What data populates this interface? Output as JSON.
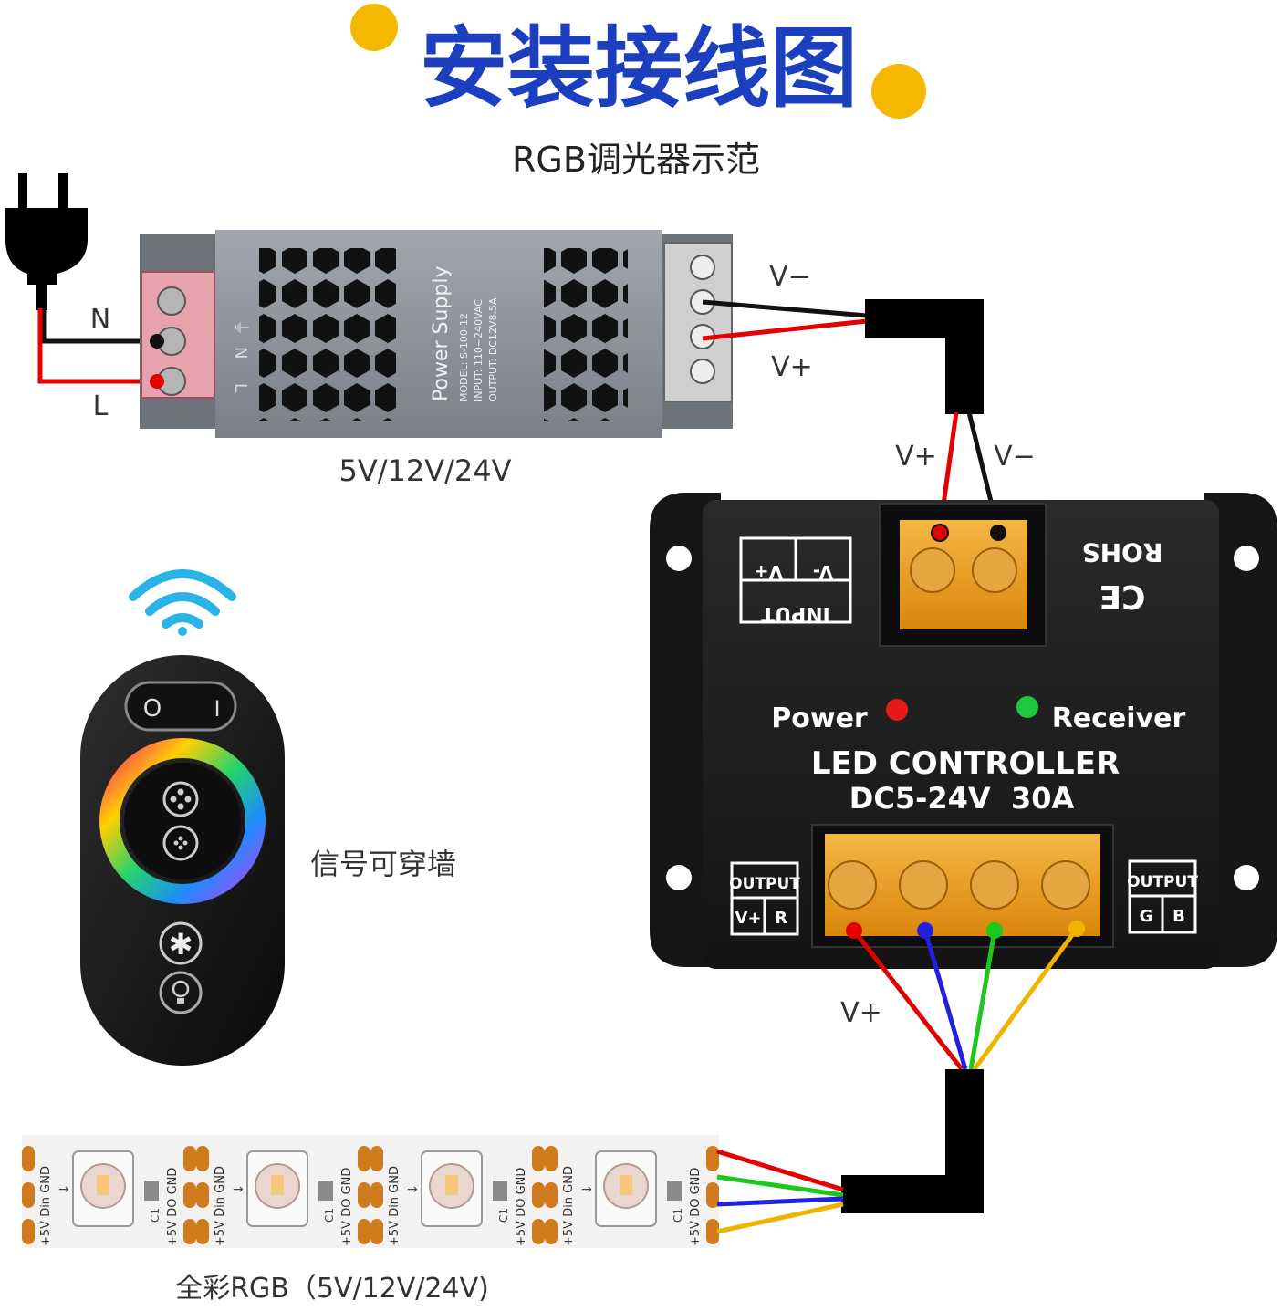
{
  "header": {
    "title": "安装接线图",
    "subtitle": "RGB调光器示范"
  },
  "power_supply": {
    "name": "Power Supply",
    "model": "MODEL: S-100-12",
    "input": "INPUT: 110~240VAC",
    "output": "OUTPUT: DC12V8.5A",
    "voltage_caption": "5V/12V/24V",
    "ac_label_n": "N",
    "ac_label_l": "L",
    "out_label_vminus": "V−",
    "out_label_vplus": "V+"
  },
  "controller": {
    "in_label_vplus": "V+",
    "in_label_vminus": "V−",
    "input_box": {
      "title": "INPUT",
      "left": "V+",
      "right": "V-"
    },
    "rohs": "ROHS",
    "ce": "CE",
    "power_led": "Power",
    "receiver_led": "Receiver",
    "name": "LED CONTROLLER",
    "rating": "DC5-24V  30A",
    "output_left": {
      "title": "OUTPUT",
      "left": "V+",
      "right": "R"
    },
    "output_right": {
      "title": "OUTPUT",
      "left": "G",
      "right": "B"
    },
    "out_label_vplus": "V+"
  },
  "remote": {
    "caption": "信号可穿墙",
    "switch_off": "O",
    "switch_on": "I"
  },
  "strip": {
    "caption": "全彩RGB（5V/12V/24V)",
    "pad_left": "+5V Din GND",
    "pad_right": "+5V DO GND",
    "chip_label": "C1"
  },
  "colors": {
    "title_blue": "#1b3fbf",
    "title_dot": "#f5b800",
    "wire_red": "#e30000",
    "wire_black": "#111111",
    "wire_green": "#1cc81c",
    "wire_blue": "#2020e0",
    "wire_yellow": "#f0b400",
    "terminal_amber": "#f2a21a"
  }
}
